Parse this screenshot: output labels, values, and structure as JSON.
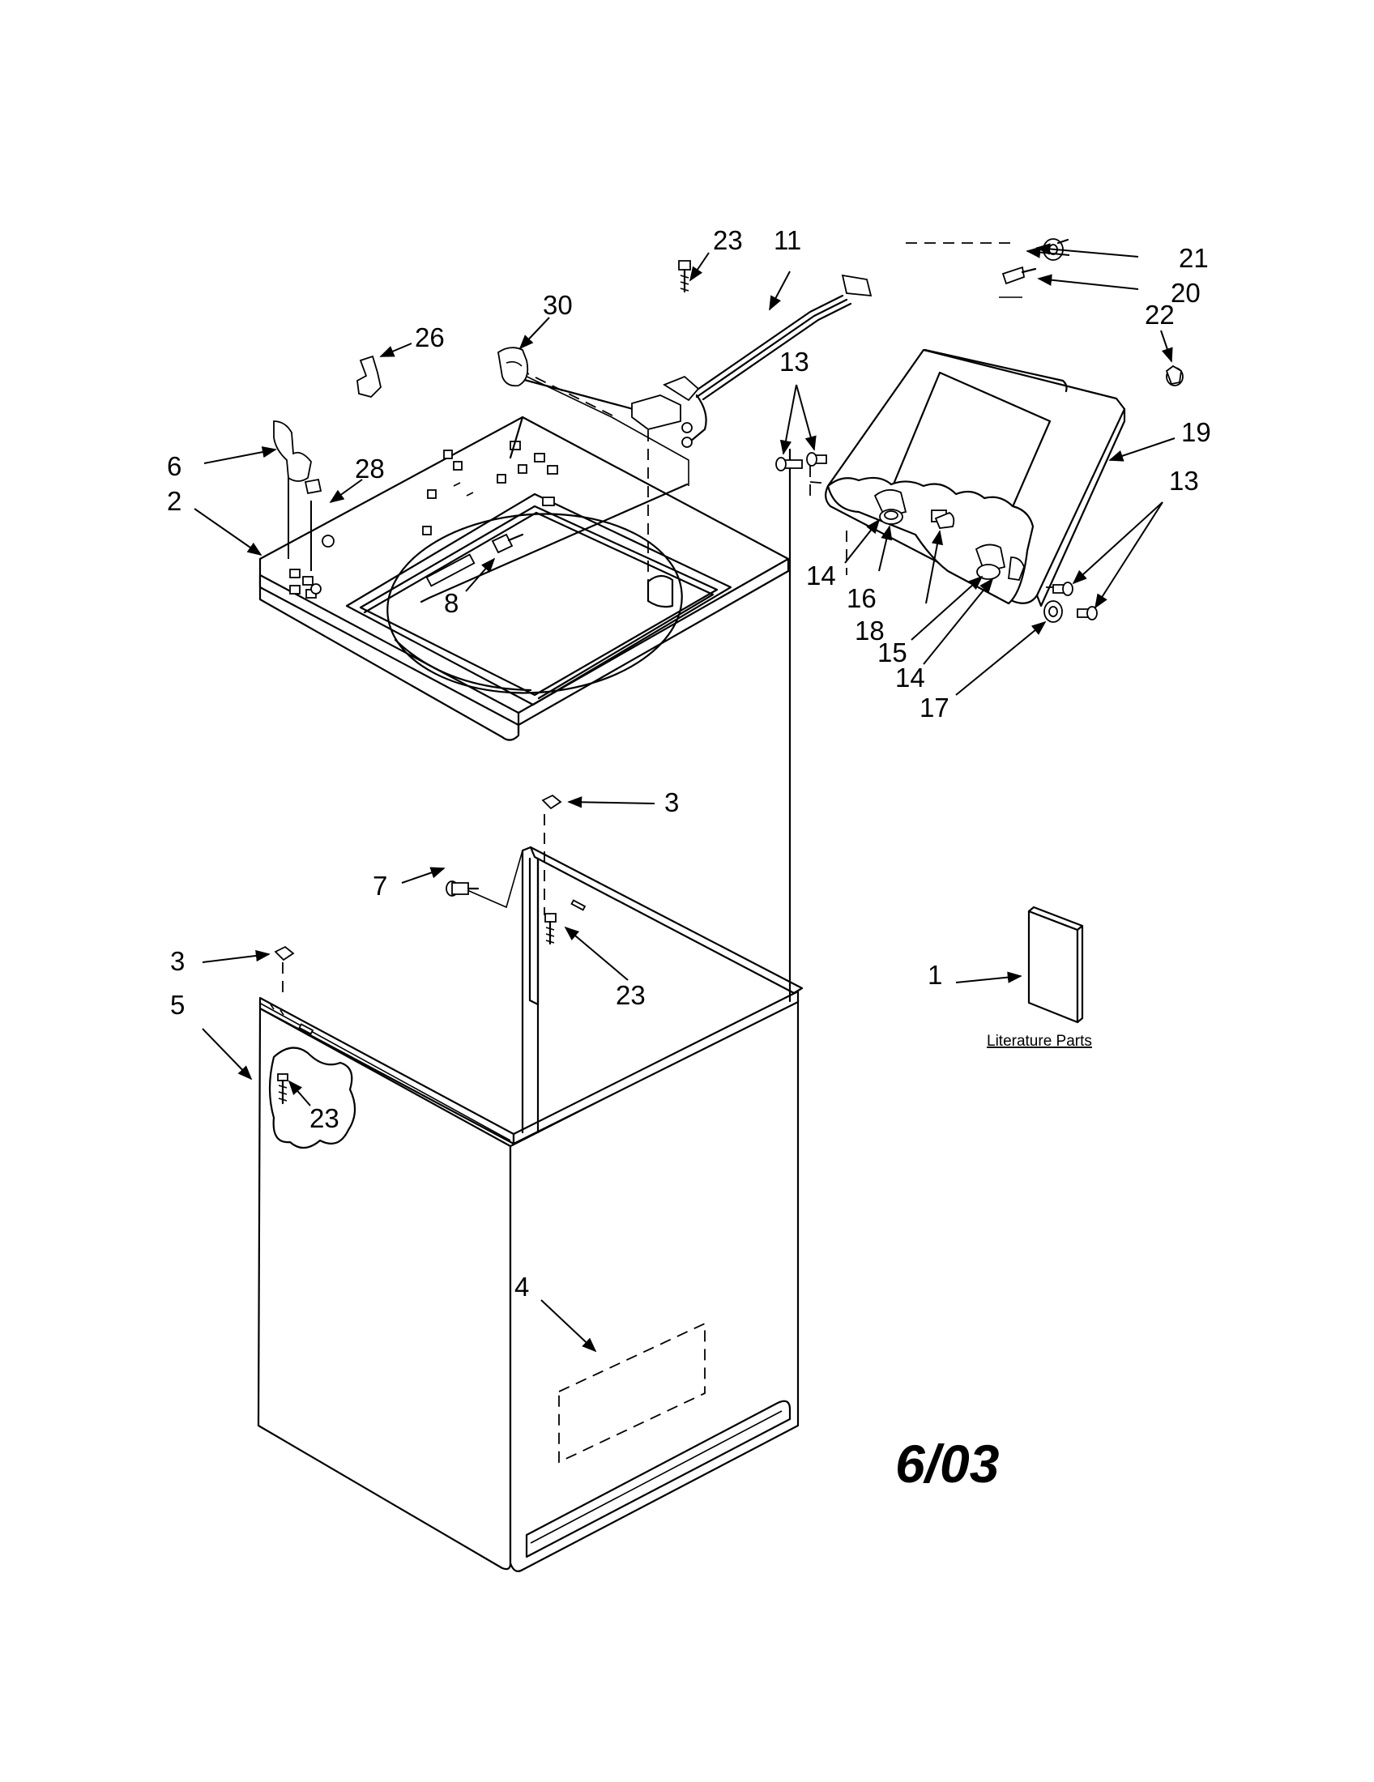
{
  "callouts": {
    "c1": "1",
    "c2": "2",
    "c3a": "3",
    "c3b": "3",
    "c4": "4",
    "c5": "5",
    "c6": "6",
    "c7": "7",
    "c8": "8",
    "c11": "11",
    "c13a": "13",
    "c13b": "13",
    "c14a": "14",
    "c14b": "14",
    "c15": "15",
    "c16": "16",
    "c17": "17",
    "c18": "18",
    "c19": "19",
    "c20": "20",
    "c21": "21",
    "c22": "22",
    "c23a": "23",
    "c23b": "23",
    "c23c": "23",
    "c26": "26",
    "c28": "28",
    "c30": "30"
  },
  "literature_label": "Literature Parts",
  "date_stamp": "6/03"
}
